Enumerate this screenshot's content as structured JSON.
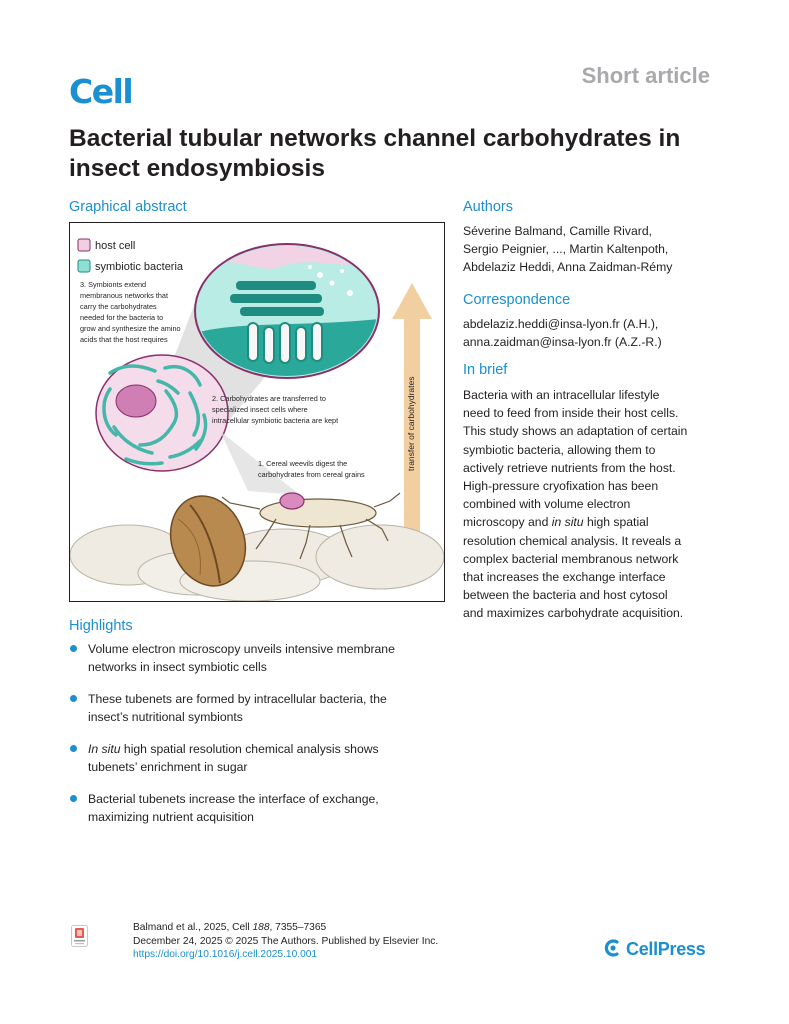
{
  "header": {
    "journal_logo": "Cell",
    "article_type": "Short article"
  },
  "title": "Bacterial tubular networks channel carbohydrates in insect endosymbiosis",
  "graphical_abstract": {
    "heading": "Graphical abstract",
    "legend": [
      {
        "label": "host cell",
        "color": "#f0cfe2"
      },
      {
        "label": "symbiotic bacteria",
        "color": "#8fdfd3"
      }
    ],
    "step3": [
      "3. Symbionts extend",
      "membranous networks that",
      "carry the carbohydrates",
      "needed for the bacteria to",
      "grow and synthesize the amino",
      "acids that the host requires"
    ],
    "step2": [
      "2. Carbohydrates are transferred to",
      "specialized insect cells where",
      "intracellular symbiotic bacteria are kept"
    ],
    "step1": [
      "1. Cereal weevils digest the",
      "carbohydrates from cereal grains"
    ],
    "arrow_label": "transfer of carbohydrates"
  },
  "authors": {
    "heading": "Authors",
    "lines": [
      "Séverine Balmand, Camille Rivard,",
      "Sergio Peignier, ..., Martin Kaltenpoth,",
      "Abdelaziz Heddi, Anna Zaidman-Rémy"
    ]
  },
  "correspondence": {
    "heading": "Correspondence",
    "lines": [
      "abdelaziz.heddi@insa-lyon.fr (A.H.),",
      "anna.zaidman@insa-lyon.fr (A.Z.-R.)"
    ]
  },
  "in_brief": {
    "heading": "In brief",
    "lines": [
      "Bacteria with an intracellular lifestyle",
      "need to feed from inside their host cells.",
      "This study shows an adaptation of certain",
      "symbiotic bacteria, allowing them to",
      "actively retrieve nutrients from the host.",
      "High-pressure cryofixation has been",
      "combined with volume electron",
      "microscopy and",
      "in situ",
      "high spatial",
      "resolution chemical analysis. It reveals a",
      "complex bacterial membranous network",
      "that increases the exchange interface",
      "between the bacteria and host cytosol",
      "and maximizes carbohydrate acquisition."
    ]
  },
  "highlights": {
    "heading": "Highlights",
    "items": [
      {
        "line1": "Volume electron microscopy unveils intensive membrane",
        "line2": "networks in insect symbiotic cells"
      },
      {
        "line1": "These tubenets are formed by intracellular bacteria, the",
        "line2": "insect’s nutritional symbionts"
      },
      {
        "line1_italic": "In situ",
        "line1": " high spatial resolution chemical analysis shows",
        "line2": "tubenets’ enrichment in sugar"
      },
      {
        "line1": "Bacterial tubenets increase the interface of exchange,",
        "line2": "maximizing nutrient acquisition"
      }
    ]
  },
  "footer": {
    "citation_prefix": "Balmand et al., 2025, Cell ",
    "citation_volume": "188",
    "citation_pages": ", 7355–7365",
    "date_line": "December 24, 2025 © 2025 The Authors. Published by Elsevier Inc.",
    "doi": "https://doi.org/10.1016/j.cell.2025.10.001",
    "publisher_logo": "CellPress"
  },
  "colors": {
    "accent": "#1a8fd1",
    "host_cell": "#f0cfe2",
    "bacteria": "#8fdfd3",
    "arrow": "#f2cfa0"
  },
  "icons": [
    "check-for-updates-icon",
    "cellpress-logo-icon"
  ]
}
